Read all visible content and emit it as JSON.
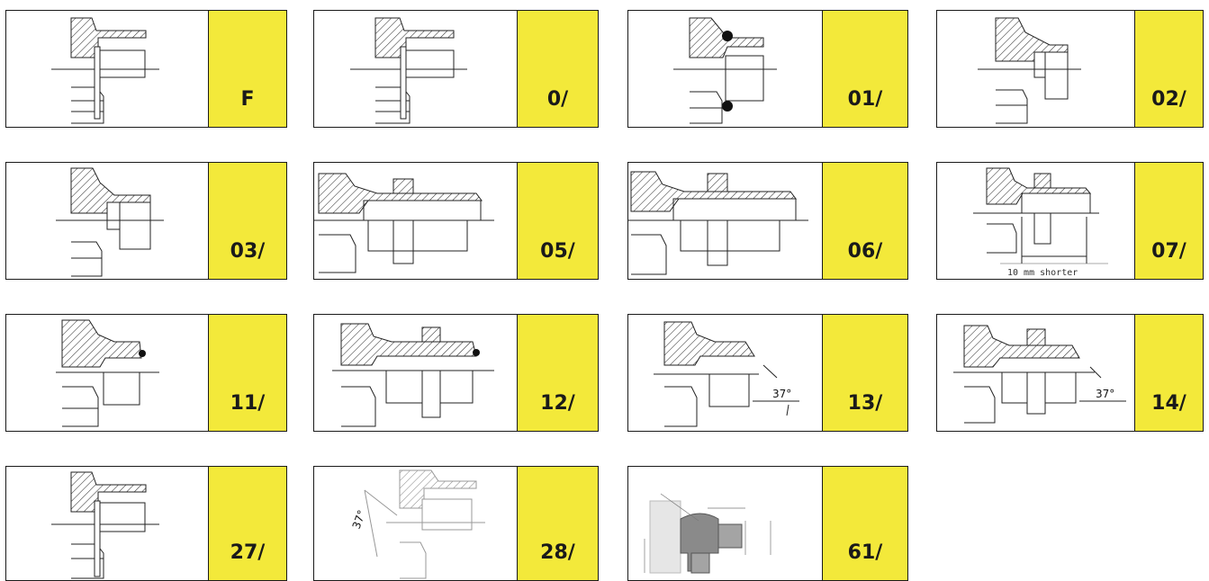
{
  "cards": [
    {
      "code": "F",
      "drawing": "straight-thread-fitting"
    },
    {
      "code": "0/",
      "drawing": "straight-thread-fitting"
    },
    {
      "code": "01/",
      "drawing": "o-ring-seal-fitting"
    },
    {
      "code": "02/",
      "drawing": "stepped-thread-fitting"
    },
    {
      "code": "03/",
      "drawing": "stepped-thread-fitting"
    },
    {
      "code": "05/",
      "drawing": "bulkhead-fitting-locknut"
    },
    {
      "code": "06/",
      "drawing": "bulkhead-fitting-locknut"
    },
    {
      "code": "07/",
      "drawing": "shortened-bulkhead-fitting",
      "note": "10 mm shorter"
    },
    {
      "code": "11/",
      "drawing": "o-ring-end-fitting"
    },
    {
      "code": "12/",
      "drawing": "bulkhead-o-ring-fitting"
    },
    {
      "code": "13/",
      "drawing": "flare-37-degree-fitting",
      "angle": "37°"
    },
    {
      "code": "14/",
      "drawing": "bulkhead-flare-37-fitting",
      "angle": "37°"
    },
    {
      "code": "27/",
      "drawing": "straight-thread-fitting"
    },
    {
      "code": "28/",
      "drawing": "female-flare-37-fitting",
      "angle": "37°"
    },
    {
      "code": "61/",
      "drawing": "elbow-fitting-photo"
    }
  ]
}
